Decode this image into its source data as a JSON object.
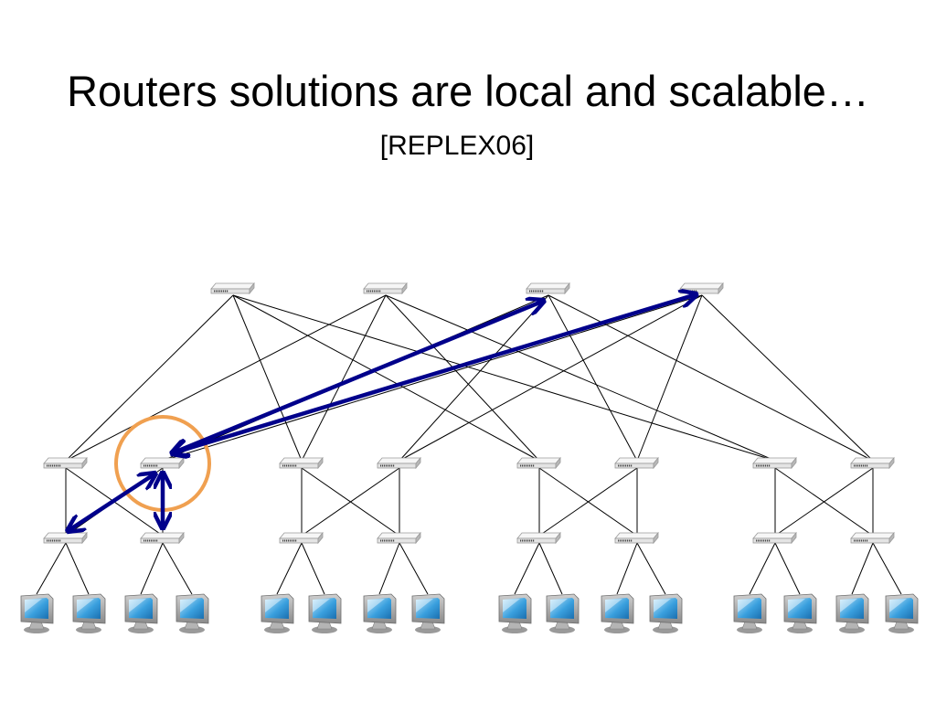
{
  "slide": {
    "title": "Routers solutions are local and scalable…",
    "subtitle": "[REPLEX06]"
  },
  "colors": {
    "arrow": "#00008b",
    "highlight_circle": "#f0a050",
    "link": "#000000",
    "switch_body": "#e4e4e4",
    "monitor_screen": "#3aa0de"
  },
  "diagram": {
    "switch_icon": "network-switch-icon",
    "host_icon": "desktop-computer-icon",
    "core_switch_count": 4,
    "aggregation_switch_count": 8,
    "edge_switch_count": 8,
    "host_count": 16,
    "pods": 4,
    "highlighted_switch": "aggregation-switch-2",
    "highlighted_paths": [
      {
        "from": "aggregation-switch-2",
        "to": "core-switch-3"
      },
      {
        "from": "aggregation-switch-2",
        "to": "core-switch-4"
      },
      {
        "from": "aggregation-switch-2",
        "to": "edge-switch-1"
      },
      {
        "from": "aggregation-switch-2",
        "to": "edge-switch-2"
      }
    ]
  }
}
